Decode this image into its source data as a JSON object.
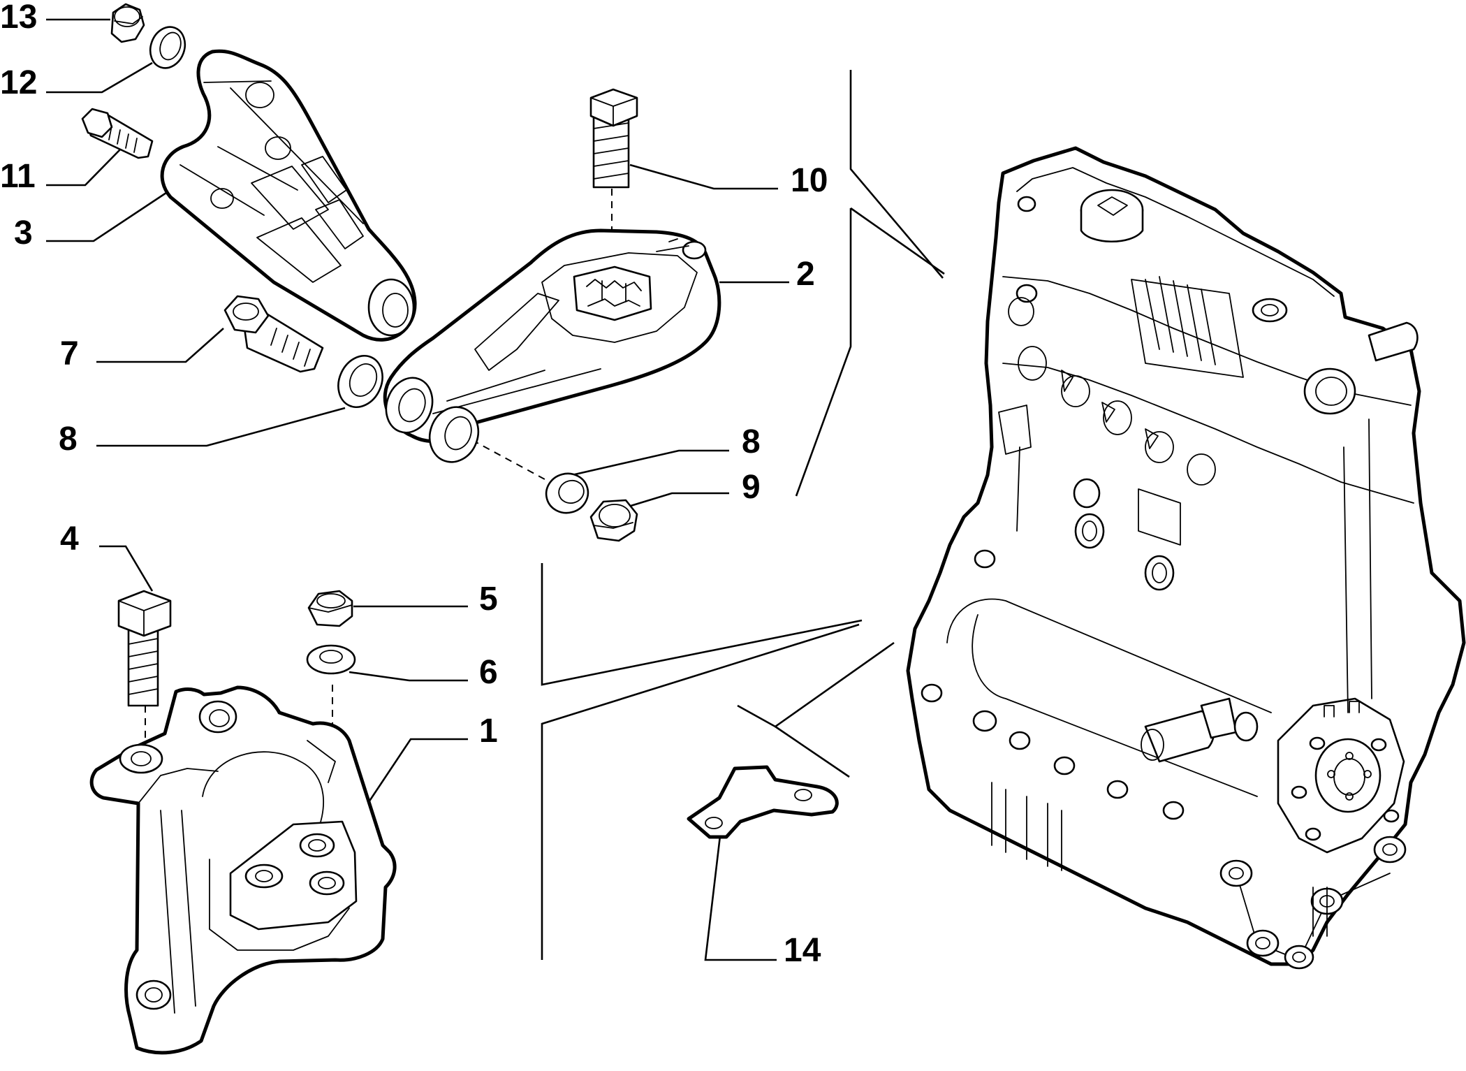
{
  "callouts": {
    "c13": "13",
    "c12": "12",
    "c11": "11",
    "c3": "3",
    "c7": "7",
    "c8a": "8",
    "c10": "10",
    "c2": "2",
    "c8b": "8",
    "c9": "9",
    "c4": "4",
    "c5": "5",
    "c6": "6",
    "c1": "1",
    "c14": "14"
  }
}
